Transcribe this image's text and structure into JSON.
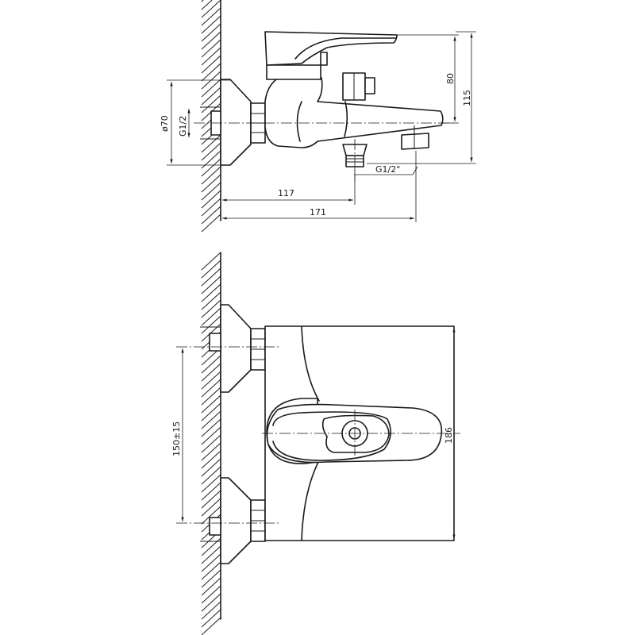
{
  "colors": {
    "line": "#1a1a1a",
    "background": "#ffffff"
  },
  "dimensions": {
    "pipe_diameter": "ø70",
    "inlet_thread": "G1/2",
    "spout_height": "80",
    "total_height": "115",
    "outlet_thread": "G1/2\"",
    "outlet_distance": "117",
    "spout_reach": "171",
    "inlet_spacing": "150±15",
    "body_height": "186"
  }
}
